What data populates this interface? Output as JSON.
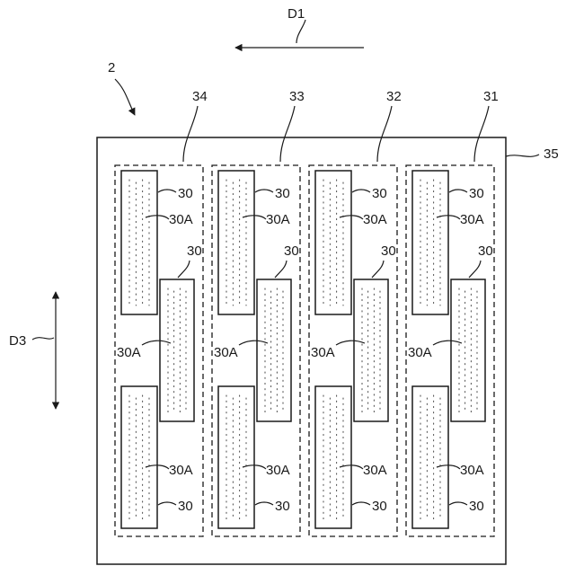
{
  "figure": {
    "ref_device": "2",
    "ref_substrate": "35",
    "direction_1": "D1",
    "direction_3": "D3",
    "group_labels": [
      "34",
      "33",
      "32",
      "31"
    ],
    "electrode_label": "30",
    "sublayer_label": "30A"
  },
  "colors": {
    "ink": "#1a1a1a",
    "background": "#ffffff"
  }
}
